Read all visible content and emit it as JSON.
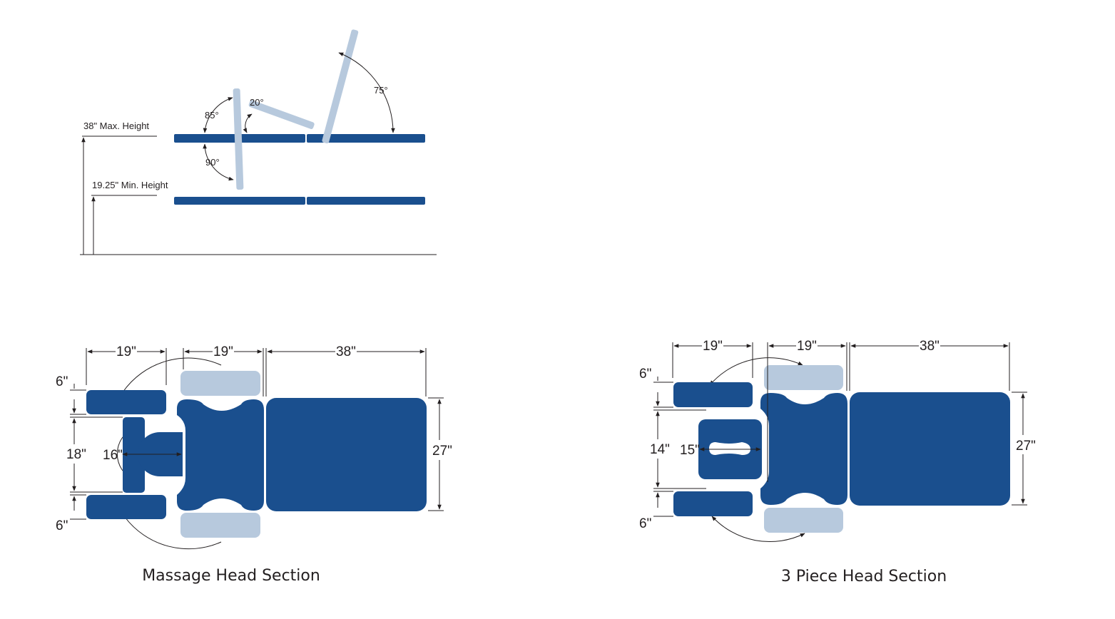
{
  "colors": {
    "pad": "#1a4f8e",
    "pad_alt": "#b7c9dd",
    "ink": "#231f20"
  },
  "side_view": {
    "max_height_label": "38\" Max. Height",
    "min_height_label": "19.25\" Min. Height",
    "angle_85": "85°",
    "angle_20": "20°",
    "angle_90": "90°",
    "angle_75": "75°"
  },
  "massage": {
    "caption": "Massage Head Section",
    "dim_head_length": "19\"",
    "dim_middle_length": "19\"",
    "dim_foot_length": "38\"",
    "dim_width": "27\"",
    "dim_arm_top": "6\"",
    "dim_face_gap": "18\"",
    "dim_arm_bottom": "6\"",
    "dim_face_rest": "16\""
  },
  "three_piece": {
    "caption": "3 Piece Head Section",
    "dim_head_length": "19\"",
    "dim_middle_length": "19\"",
    "dim_foot_length": "38\"",
    "dim_width": "27\"",
    "dim_arm_top": "6\"",
    "dim_face_gap": "14\"",
    "dim_arm_bottom": "6\"",
    "dim_face_rest": "15\""
  }
}
